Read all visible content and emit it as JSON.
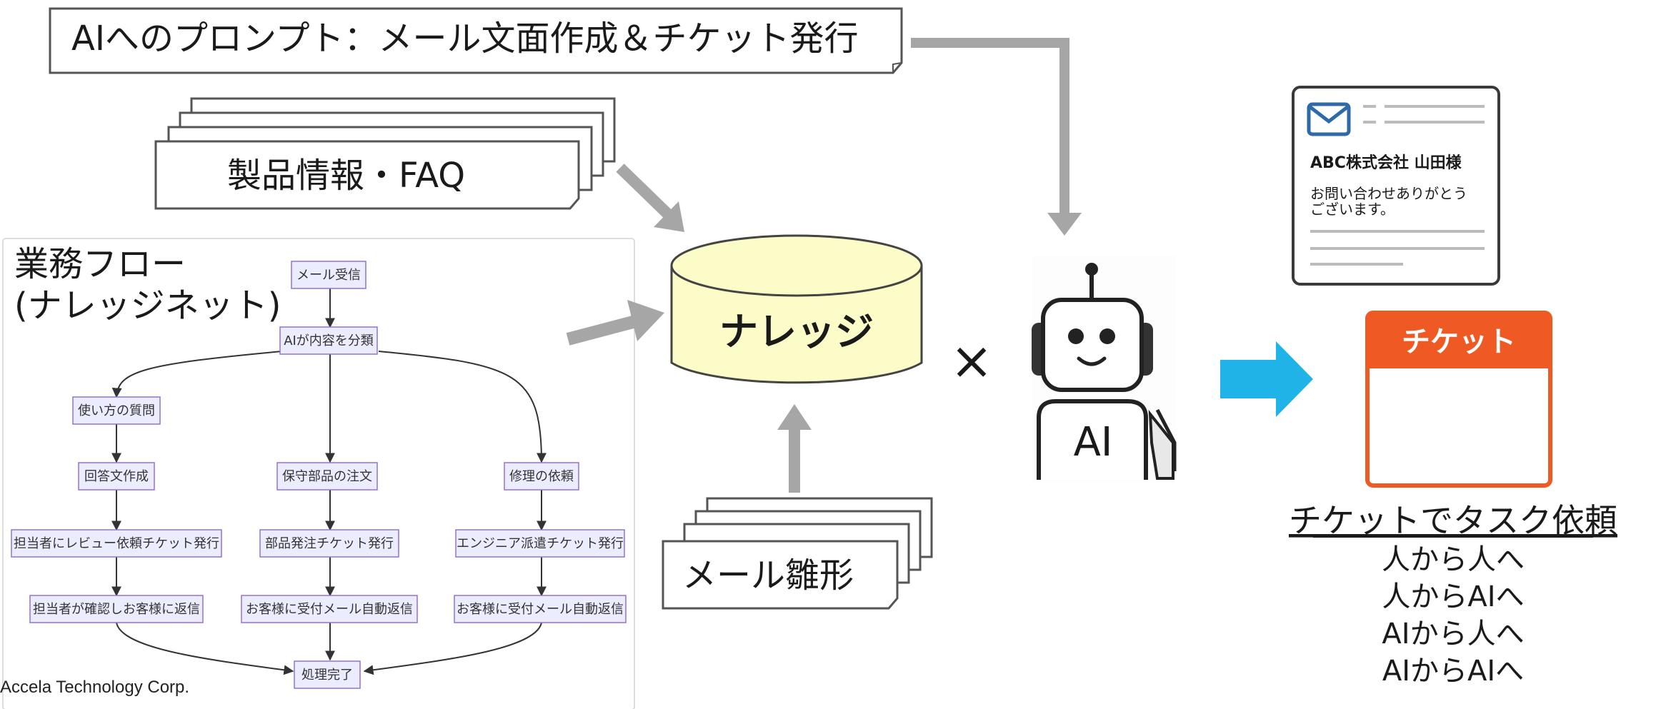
{
  "prompt_box": {
    "label": "AIへのプロンプト：メール文面作成＆チケット発行"
  },
  "product_docs": {
    "label": "製品情報・FAQ"
  },
  "workflow": {
    "title_line1": "業務フロー",
    "title_line2": "(ナレッジネット)",
    "nodes": {
      "mail_receive": "メール受信",
      "ai_classify": "AIが内容を分類",
      "usage_question": "使い方の質問",
      "parts_order": "保守部品の注文",
      "repair_request": "修理の依頼",
      "answer_draft": "回答文作成",
      "review_ticket": "担当者にレビュー依頼チケット発行",
      "parts_ticket": "部品発注チケット発行",
      "engineer_ticket": "エンジニア派遣チケット発行",
      "staff_reply": "担当者が確認しお客様に返信",
      "auto_reply_1": "お客様に受付メール自動返信",
      "auto_reply_2": "お客様に受付メール自動返信",
      "done": "処理完了"
    }
  },
  "copyright": "Accela Technology Corp.",
  "knowledge_db": {
    "label": "ナレッジ"
  },
  "multiply_symbol": "×",
  "mail_template": {
    "label": "メール雛形"
  },
  "robot": {
    "chest_label": "AI"
  },
  "email_card": {
    "company": "ABC株式会社 山田様",
    "body_line1": "お問い合わせありがとう",
    "body_line2": "ございます。"
  },
  "ticket_card": {
    "header": "チケット"
  },
  "ticket_caption": {
    "title": "チケットでタスク依頼",
    "lines": [
      "人から人へ",
      "人からAIへ",
      "AIから人へ",
      "AIからAIへ"
    ]
  },
  "colors": {
    "arrow_gray": "#a6a6a6",
    "db_fill": "#fcfcc8",
    "node_fill": "#ececff",
    "node_border": "#9370db",
    "ticket_orange": "#ef5a24",
    "big_arrow_blue": "#1fb3e8",
    "mail_icon_blue": "#2f6aa8"
  }
}
